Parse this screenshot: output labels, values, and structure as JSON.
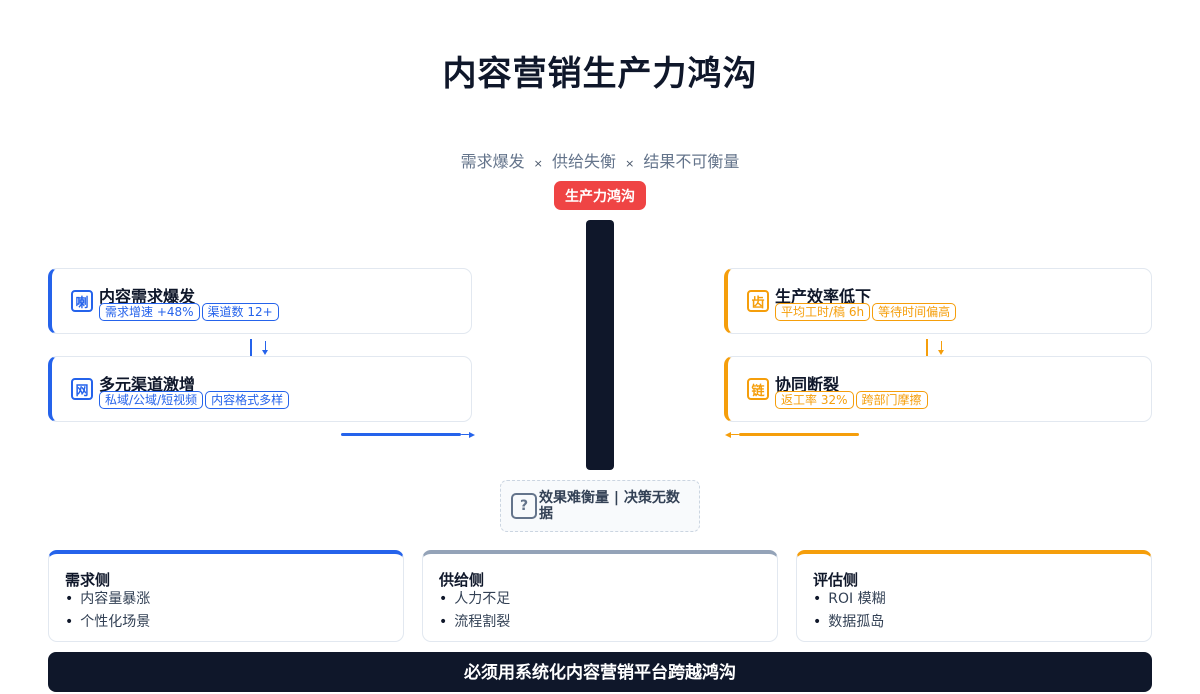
{
  "title": "内容营销生产力鸿沟",
  "subtitle": {
    "parts": [
      "需求爆发",
      "供给失衡",
      "结果不可衡量"
    ],
    "separator": "×"
  },
  "gap_label": "生产力鸿沟",
  "left_cards": [
    {
      "icon": "喇",
      "icon_name": "megaphone-icon",
      "title": "内容需求爆发",
      "tags": [
        "需求增速 +48%",
        "渠道数 12+"
      ]
    },
    {
      "icon": "网",
      "icon_name": "network-icon",
      "title": "多元渠道激增",
      "tags": [
        "私域/公域/短视频",
        "内容格式多样"
      ]
    }
  ],
  "right_cards": [
    {
      "icon": "齿",
      "icon_name": "gear-icon",
      "title": "生产效率低下",
      "tags": [
        "平均工时/稿 6h",
        "等待时间偏高"
      ]
    },
    {
      "icon": "链",
      "icon_name": "broken-link-icon",
      "title": "协同断裂",
      "tags": [
        "返工率 32%",
        "跨部门摩擦"
      ]
    }
  ],
  "outcome": {
    "icon": "?",
    "text": "效果难衡量 | 决策无数据"
  },
  "panels": [
    {
      "title": "需求侧",
      "items": [
        "内容量暴涨",
        "个性化场景"
      ],
      "accent": "#2563eb"
    },
    {
      "title": "供给侧",
      "items": [
        "人力不足",
        "流程割裂"
      ],
      "accent": "#94a3b8"
    },
    {
      "title": "评估侧",
      "items": [
        "ROI 模糊",
        "数据孤岛"
      ],
      "accent": "#f59e0b"
    }
  ],
  "banner": "必须用系统化内容营销平台跨越鸿沟",
  "colors": {
    "demand": "#2563eb",
    "supply": "#f59e0b",
    "gap": "#ef4444",
    "dark": "#0f172a"
  }
}
